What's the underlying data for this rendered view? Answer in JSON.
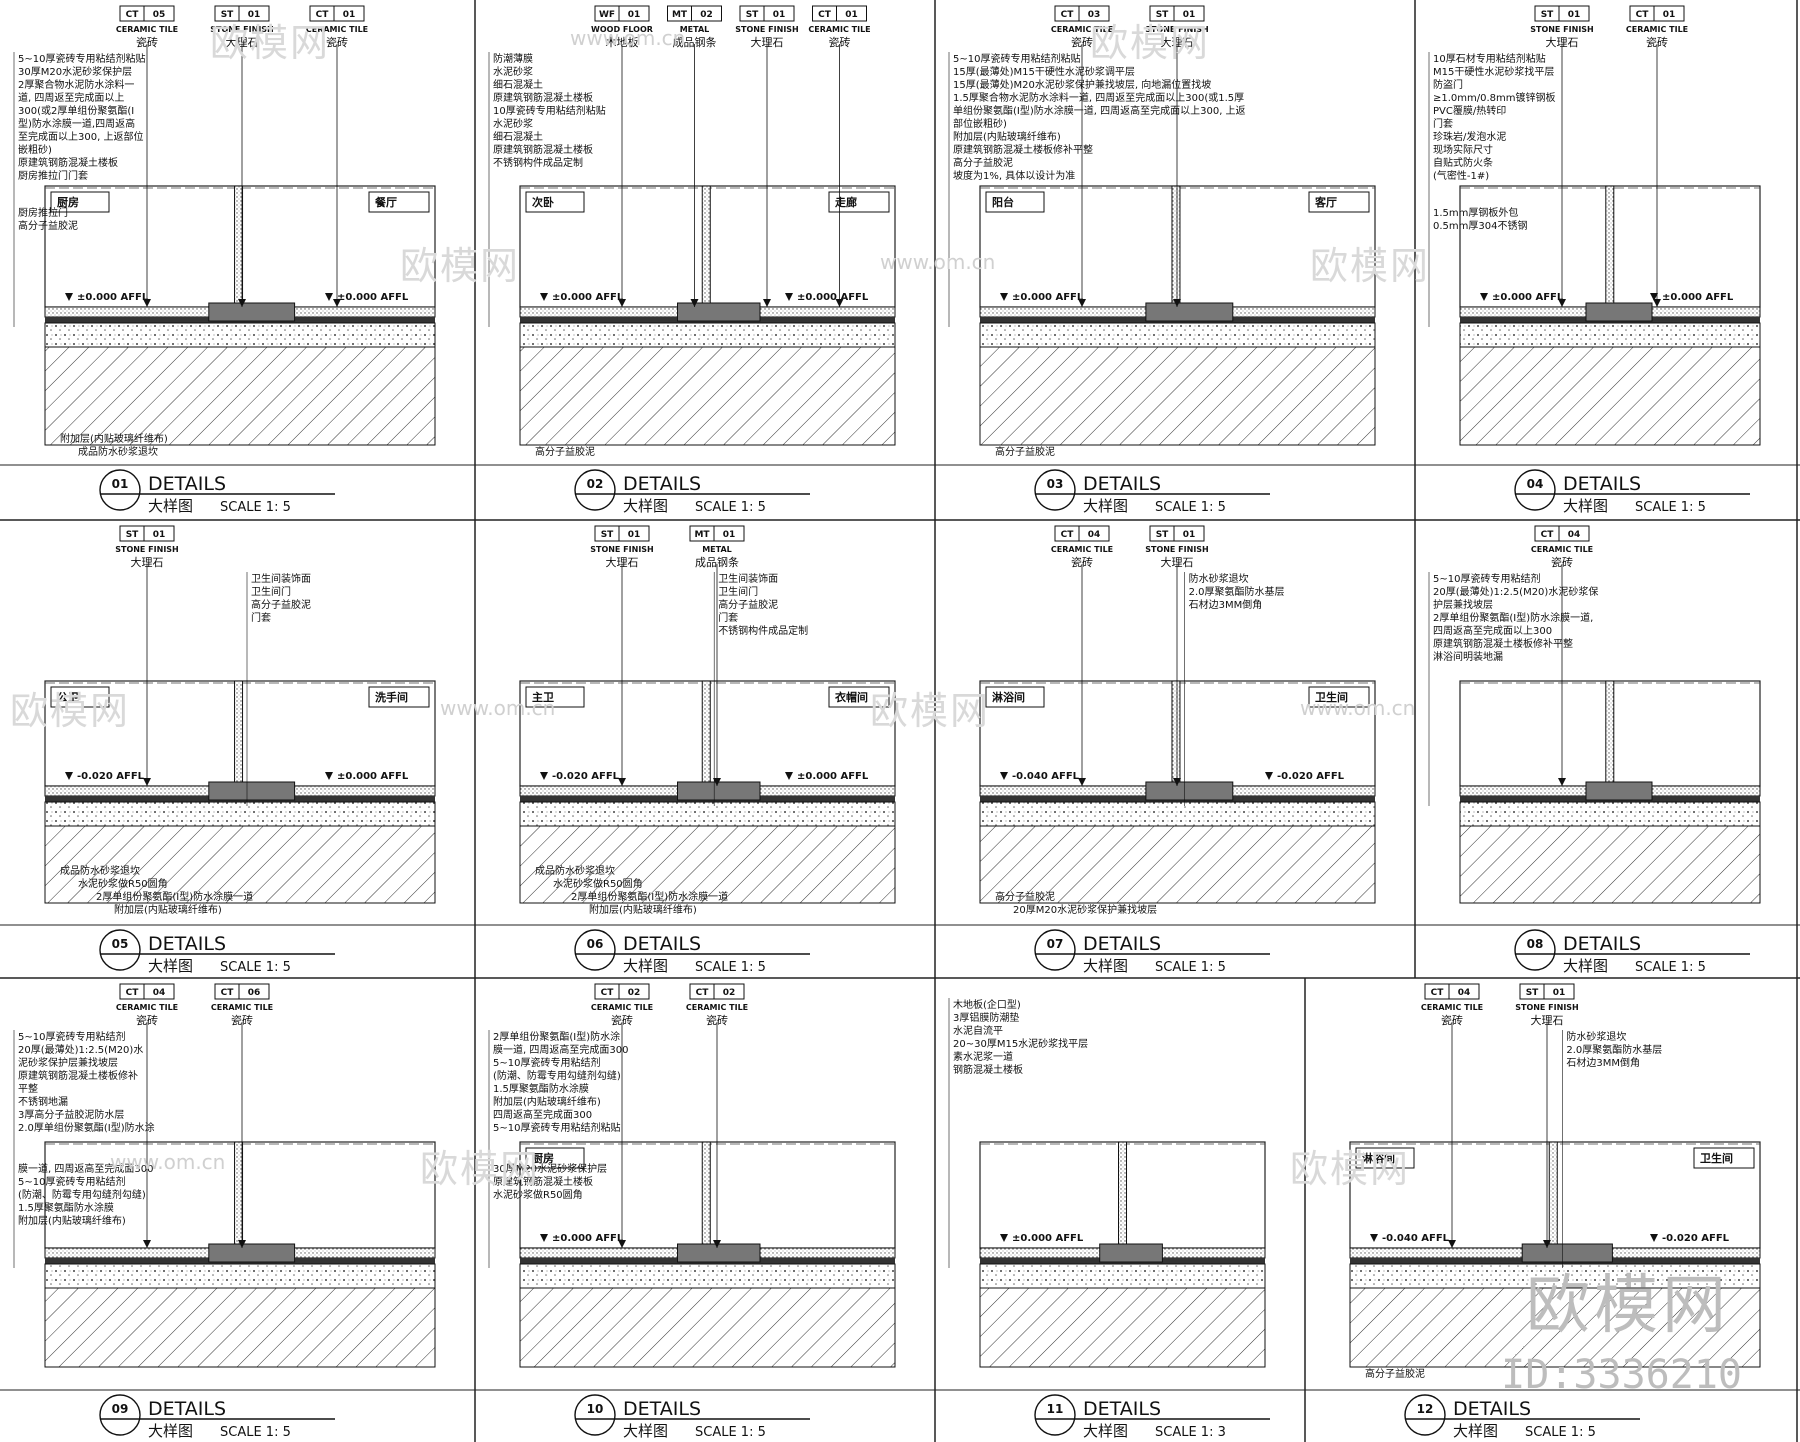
{
  "watermark": {
    "brand": "欧模网",
    "url": "www.om.cn",
    "id": "ID:3336210"
  },
  "panels": [
    {
      "num": "01",
      "scale": "SCALE  1: 5",
      "rooms": [
        "厨房",
        "餐厅"
      ],
      "tags": [
        [
          "CT",
          "05",
          "CERAMIC TILE",
          "瓷砖"
        ],
        [
          "ST",
          "01",
          "STONE FINISH",
          "大理石"
        ],
        [
          "CT",
          "01",
          "CERAMIC TILE",
          "瓷砖"
        ]
      ],
      "notes": [
        "5~10厚瓷砖专用粘结剂粘贴",
        "30厚M20水泥砂浆保护层",
        "2厚聚合物水泥防水涂料一",
        "道, 四周返至完成面以上",
        "300(或2厚单组份聚氨酯(I",
        "型)防水涂膜一道,四周返高",
        "至完成面以上300, 上返部位",
        "嵌粗砂)",
        "原建筑钢筋混凝土楼板",
        "厨房推拉门门套",
        "厨房推拉门",
        "高分子益胶泥"
      ],
      "levels": [
        "±0.000 AFFL",
        "±0.000 AFFL"
      ],
      "bottom": [
        "附加层(内贴玻璃纤维布)",
        "成品防水砂浆退坎"
      ]
    },
    {
      "num": "02",
      "scale": "SCALE  1: 5",
      "rooms": [
        "次卧",
        "走廊"
      ],
      "tags": [
        [
          "WF",
          "01",
          "WOOD FLOOR",
          "木地板"
        ],
        [
          "MT",
          "02",
          "METAL",
          "成品钢条"
        ],
        [
          "ST",
          "01",
          "STONE FINISH",
          "大理石"
        ],
        [
          "CT",
          "01",
          "CERAMIC TILE",
          "瓷砖"
        ]
      ],
      "notes": [
        "防潮薄膜",
        "水泥砂浆",
        "细石混凝土",
        "原建筑钢筋混凝土楼板",
        "10厚瓷砖专用粘结剂粘贴",
        "水泥砂浆",
        "细石混凝土",
        "原建筑钢筋混凝土楼板",
        "不锈钢构件成品定制"
      ],
      "levels": [
        "±0.000 AFFL",
        "±0.000 AFFL"
      ],
      "bottom": [
        "高分子益胶泥"
      ]
    },
    {
      "num": "03",
      "scale": "SCALE  1: 5",
      "rooms": [
        "阳台",
        "客厅"
      ],
      "tags": [
        [
          "CT",
          "03",
          "CERAMIC TILE",
          "瓷砖"
        ],
        [
          "ST",
          "01",
          "STONE FINISH",
          "大理石"
        ]
      ],
      "notes": [
        "5~10厚瓷砖专用粘结剂粘贴",
        "15厚(最薄处)M15干硬性水泥砂浆调平层",
        "15厚(最薄处)M20水泥砂浆保护兼找坡层, 向地漏位置找坡",
        "1.5厚聚合物水泥防水涂料一道, 四周返至完成面以上300(或1.5厚",
        "单组份聚氨酯(I型)防水涂膜一道, 四周返高至完成面以上300, 上返",
        "部位嵌粗砂)",
        "附加层(内贴玻璃纤维布)",
        "原建筑钢筋混凝土楼板修补平整",
        "高分子益胶泥",
        "坡度为1%, 具体以设计为准"
      ],
      "levels": [
        "±0.000 AFFL"
      ],
      "bottom": [
        "高分子益胶泥"
      ]
    },
    {
      "num": "04",
      "scale": "SCALE  1: 5",
      "rooms": [],
      "tags": [
        [
          "ST",
          "01",
          "STONE FINISH",
          "大理石"
        ],
        [
          "CT",
          "01",
          "CERAMIC TILE",
          "瓷砖"
        ]
      ],
      "notes": [
        "10厚石材专用粘结剂粘贴",
        "M15干硬性水泥砂浆找平层",
        "防盗门",
        "≥1.0mm/0.8mm镀锌钢板",
        "PVC覆膜/热转印",
        "门套",
        "珍珠岩/发泡水泥",
        "现场实际尺寸",
        "自贴式防火条",
        "(气密性-1#)",
        "1.5mm厚钢板外包",
        "0.5mm厚304不锈钢"
      ],
      "levels": [
        "±0.000 AFFL",
        "±0.000 AFFL"
      ],
      "bottom": []
    },
    {
      "num": "05",
      "scale": "SCALE  1: 5",
      "rooms": [
        "公卫",
        "洗手间"
      ],
      "tags": [
        [
          "ST",
          "01",
          "STONE FINISH",
          "大理石"
        ]
      ],
      "notes": [
        "卫生间装饰面",
        "卫生间门",
        "高分子益胶泥",
        "门套"
      ],
      "levels": [
        "-0.020 AFFL",
        "±0.000 AFFL"
      ],
      "bottom": [
        "成品防水砂浆退坎",
        "水泥砂浆做R50圆角",
        "2厚单组份聚氨酯(I型)防水涂膜一道",
        "附加层(内贴玻璃纤维布)"
      ]
    },
    {
      "num": "06",
      "scale": "SCALE  1: 5",
      "rooms": [
        "主卫",
        "衣帽间"
      ],
      "tags": [
        [
          "ST",
          "01",
          "STONE FINISH",
          "大理石"
        ],
        [
          "MT",
          "01",
          "METAL",
          "成品钢条"
        ]
      ],
      "notes": [
        "卫生间装饰面",
        "卫生间门",
        "高分子益胶泥",
        "门套",
        "不锈钢构件成品定制"
      ],
      "levels": [
        "-0.020 AFFL",
        "±0.000 AFFL"
      ],
      "bottom": [
        "成品防水砂浆退坎",
        "水泥砂浆做R50圆角",
        "2厚单组份聚氨酯(I型)防水涂膜一道",
        "附加层(内贴玻璃纤维布)"
      ]
    },
    {
      "num": "07",
      "scale": "SCALE  1: 5",
      "rooms": [
        "淋浴间",
        "卫生间"
      ],
      "tags": [
        [
          "CT",
          "04",
          "CERAMIC TILE",
          "瓷砖"
        ],
        [
          "ST",
          "01",
          "STONE FINISH",
          "大理石"
        ]
      ],
      "notes": [
        "防水砂浆退坎",
        "2.0厚聚氨酯防水基层",
        "石材边3MM倒角"
      ],
      "levels": [
        "-0.040 AFFL",
        "-0.020 AFFL"
      ],
      "bottom": [
        "高分子益胶泥",
        "20厚M20水泥砂浆保护兼找坡层"
      ]
    },
    {
      "num": "08",
      "scale": "SCALE  1: 5",
      "rooms": [],
      "tags": [
        [
          "CT",
          "04",
          "CERAMIC TILE",
          "瓷砖"
        ]
      ],
      "notes": [
        "5~10厚瓷砖专用粘结剂",
        "20厚(最薄处)1:2.5(M20)水泥砂浆保",
        "护层兼找坡层",
        "2厚单组份聚氨酯(I型)防水涂膜一道,",
        "四周返高至完成面以上300",
        "原建筑钢筋混凝土楼板修补平整",
        "淋浴间明装地漏"
      ],
      "levels": [],
      "bottom": []
    },
    {
      "num": "09",
      "scale": "SCALE  1: 5",
      "rooms": [],
      "tags": [
        [
          "CT",
          "04",
          "CERAMIC TILE",
          "瓷砖"
        ],
        [
          "CT",
          "06",
          "CERAMIC TILE",
          "瓷砖"
        ]
      ],
      "notes": [
        "5~10厚瓷砖专用粘结剂",
        "20厚(最薄处)1:2.5(M20)水",
        "泥砂浆保护层兼找坡层",
        "原建筑钢筋混凝土楼板修补",
        "平整",
        "不锈钢地漏",
        "3厚高分子益胶泥防水层",
        "2.0厚单组份聚氨酯(I型)防水涂",
        "膜一道, 四周返高至完成面300",
        "5~10厚瓷砖专用粘结剂",
        "(防潮、防霉专用勾缝剂勾缝)",
        "1.5厚聚氨酯防水涂膜",
        "附加层(内贴玻璃纤维布)"
      ],
      "levels": [],
      "bottom": []
    },
    {
      "num": "10",
      "scale": "SCALE  1: 5",
      "rooms": [
        "厨房"
      ],
      "tags": [
        [
          "CT",
          "02",
          "CERAMIC TILE",
          "瓷砖"
        ],
        [
          "CT",
          "02",
          "CERAMIC TILE",
          "瓷砖"
        ]
      ],
      "notes": [
        "2厚单组份聚氨酯(I型)防水涂",
        "膜一道, 四周返高至完成面300",
        "5~10厚瓷砖专用粘结剂",
        "(防潮、防霉专用勾缝剂勾缝)",
        "1.5厚聚氨酯防水涂膜",
        "附加层(内贴玻璃纤维布)",
        "四周返高至完成面300",
        "5~10厚瓷砖专用粘结剂粘贴",
        "30厚M20水泥砂浆保护层",
        "原建筑钢筋混凝土楼板",
        "水泥砂浆做R50圆角"
      ],
      "levels": [
        "±0.000 AFFL"
      ],
      "bottom": []
    },
    {
      "num": "11",
      "scale": "SCALE  1: 3",
      "rooms": [],
      "tags": [],
      "notes": [
        "木地板(企口型)",
        "3厚铝膜防潮垫",
        "水泥自流平",
        "20~30厚M15水泥砂浆找平层",
        "素水泥浆一道",
        "钢筋混凝土楼板"
      ],
      "levels": [
        "±0.000 AFFL"
      ],
      "bottom": []
    },
    {
      "num": "12",
      "scale": "SCALE  1: 5",
      "rooms": [
        "淋浴间",
        "卫生间"
      ],
      "tags": [
        [
          "CT",
          "04",
          "CERAMIC TILE",
          "瓷砖"
        ],
        [
          "ST",
          "01",
          "STONE FINISH",
          "大理石"
        ]
      ],
      "notes": [
        "防水砂浆退坎",
        "2.0厚聚氨酯防水基层",
        "石材边3MM倒角"
      ],
      "levels": [
        "-0.040 AFFL",
        "-0.020 AFFL"
      ],
      "bottom": [
        "高分子益胶泥"
      ]
    }
  ],
  "common": {
    "title_en": "DETAILS",
    "title_cn": "大样图"
  }
}
